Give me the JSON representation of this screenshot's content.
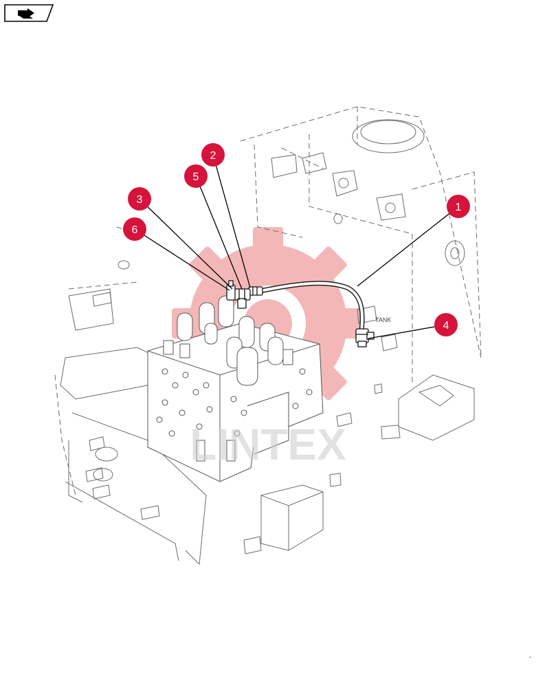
{
  "nav": {
    "icon": "book-arrow-icon"
  },
  "diagram": {
    "tank_label": "TANK",
    "watermark_text": "LINTEX",
    "callouts": [
      {
        "label": "1"
      },
      {
        "label": "2"
      },
      {
        "label": "3"
      },
      {
        "label": "4"
      },
      {
        "label": "5"
      },
      {
        "label": "6"
      }
    ]
  },
  "colors": {
    "callout_fill": "#d6133a",
    "callout_text": "#ffffff",
    "leader_line": "#000000",
    "linework": "#5a5a5a",
    "watermark": "#f0a0a0"
  },
  "footer": {
    "mark": "-"
  }
}
